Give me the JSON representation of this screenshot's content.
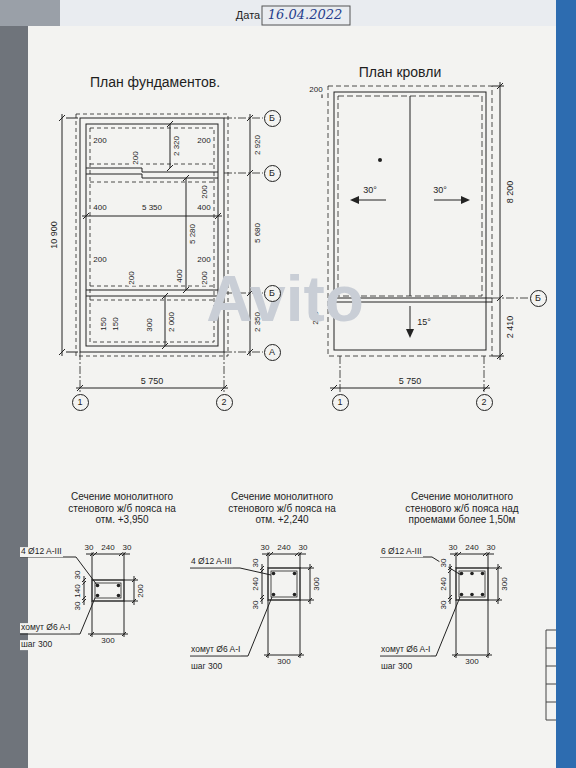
{
  "diagram": {
    "nodes": [
      {
        "text": [
          "Б"
        ]
      },
      {
        "text": [
          "Б"
        ]
      },
      {
        "text": [
          "Б"
        ]
      },
      {
        "text": [
          "А"
        ]
      },
      {
        "text": [
          "1"
        ]
      },
      {
        "text": [
          "2"
        ]
      },
      {
        "text": [
          "1"
        ]
      },
      {
        "text": [
          "2"
        ]
      },
      {
        "text": [
          "Б"
        ]
      }
    ],
    "labels": [
      "Дата",
      "16.04.2022",
      "План фундаментов.",
      "План кровли",
      "10 900",
      "200",
      "200",
      "2 320",
      "200",
      "200",
      "400",
      "5 350",
      "400",
      "5 280",
      "200",
      "200",
      "200",
      "400",
      "200",
      "2 000",
      "150",
      "150",
      "300",
      "2 920",
      "5 680",
      "2 350",
      "5 750",
      "200",
      "30°",
      "30°",
      "8 200",
      "200",
      "15°",
      "2 410",
      "5 750",
      "Avito",
      "Сечение монолитного стенового ж/б пояса на отм. +3,950",
      "Сечение монолитного стенового ж/б пояса на отм. +2,240",
      "Сечение монолитного стенового ж/б пояса над проемами более 1,50м",
      "4 Ø12 A-III",
      "30",
      "240",
      "30",
      "30",
      "140",
      "30",
      "200",
      "хомут Ø6 A-I",
      "шаг 300",
      "300",
      "4 Ø12 A-III",
      "30",
      "240",
      "30",
      "30",
      "240",
      "30",
      "300",
      "хомут Ø6 A-I",
      "шаг 300",
      "300",
      "6 Ø12 A-III",
      "30",
      "240",
      "30",
      "30",
      "240",
      "30",
      "300",
      "хомут Ø6 A-I",
      "шаг 300",
      "300"
    ]
  }
}
